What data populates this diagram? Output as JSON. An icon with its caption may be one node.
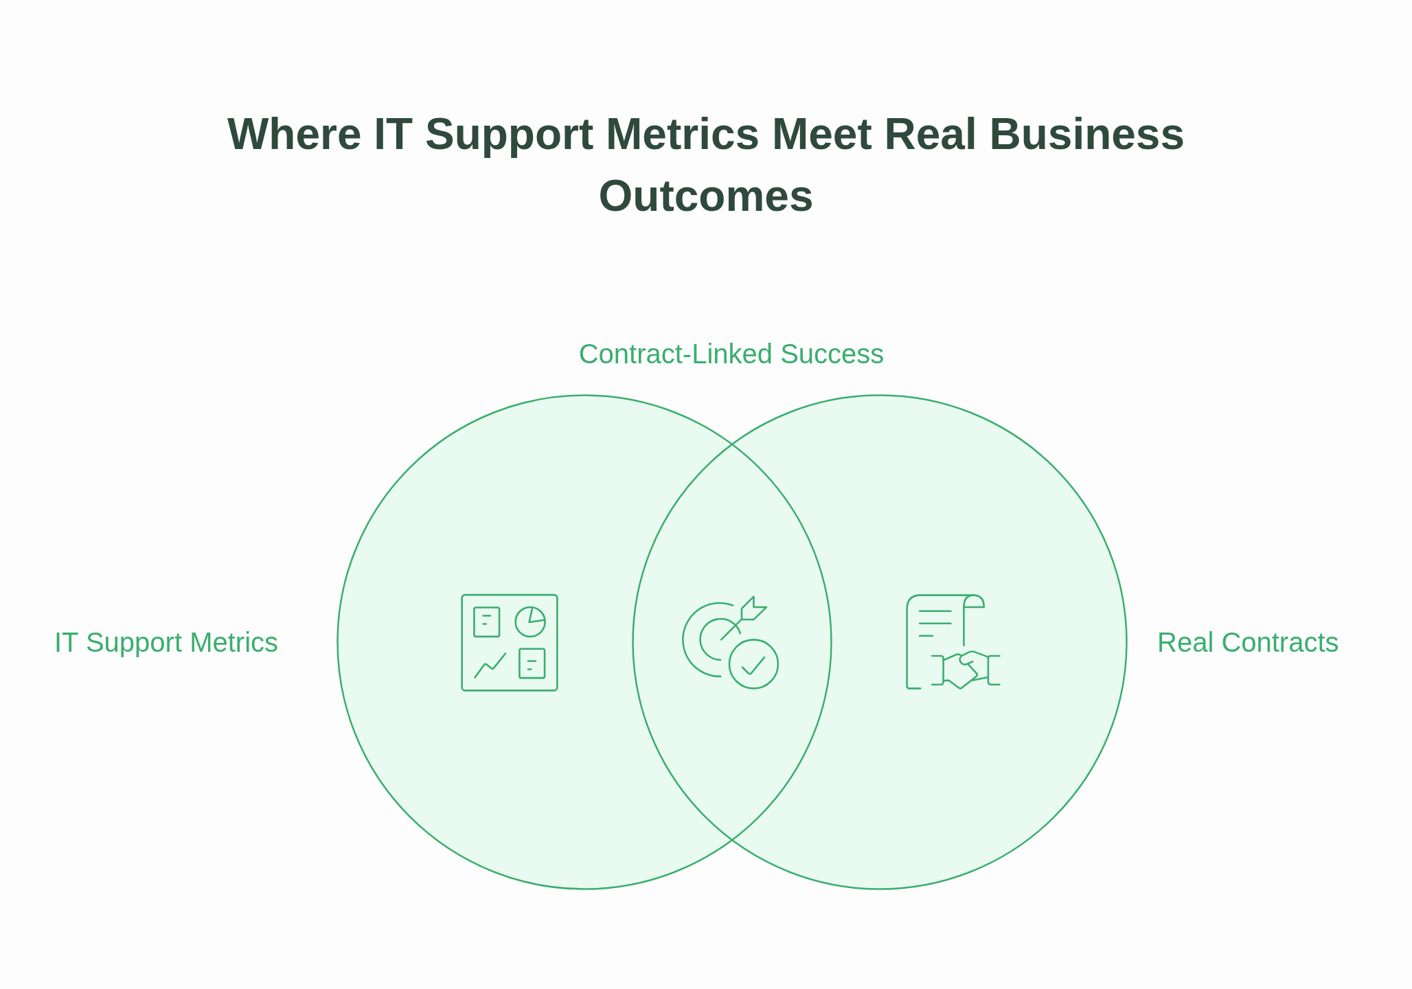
{
  "diagram": {
    "title": "Where IT Support Metrics Meet Real Business Outcomes",
    "nodes": [
      {
        "text": [
          "IT Support Metrics"
        ]
      },
      {
        "text": [
          "Real Contracts"
        ]
      }
    ],
    "edges": [],
    "labels": [
      "Contract-Linked Success"
    ]
  }
}
